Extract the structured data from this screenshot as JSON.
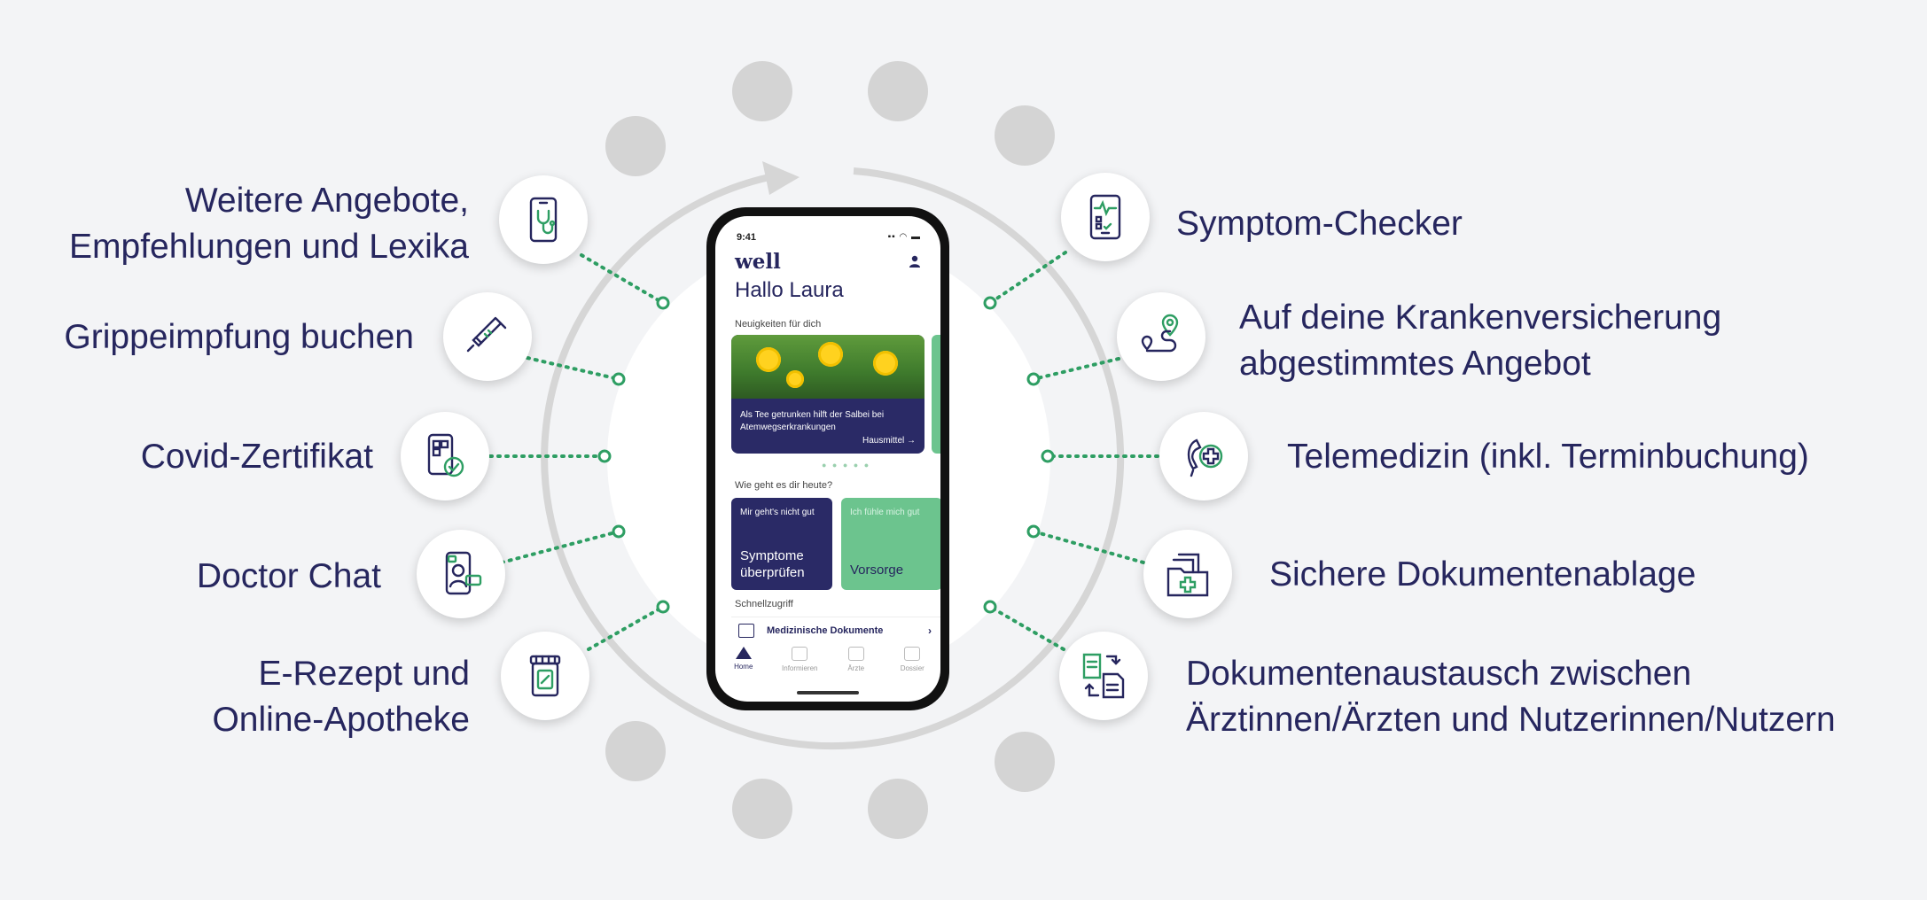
{
  "features_left": [
    {
      "lines": [
        "Weitere Angebote,",
        "Empfehlungen und Lexika"
      ],
      "icon": "phone-stethoscope-icon"
    },
    {
      "lines": [
        "Grippeimpfung buchen"
      ],
      "icon": "syringe-icon"
    },
    {
      "lines": [
        "Covid-Zertifikat"
      ],
      "icon": "qr-certificate-icon"
    },
    {
      "lines": [
        "Doctor Chat"
      ],
      "icon": "doctor-chat-icon"
    },
    {
      "lines": [
        "E-Rezept und",
        "Online-Apotheke"
      ],
      "icon": "pharmacy-icon"
    }
  ],
  "features_right": [
    {
      "lines": [
        "Symptom-Checker"
      ],
      "icon": "symptom-checker-icon"
    },
    {
      "lines": [
        "Auf deine Krankenversicherung",
        "abgestimmtes Angebot"
      ],
      "icon": "route-pin-icon"
    },
    {
      "lines": [
        "Telemedizin (inkl. Terminbuchung)"
      ],
      "icon": "telephone-cross-icon"
    },
    {
      "lines": [
        "Sichere Dokumentenablage"
      ],
      "icon": "folder-cross-icon"
    },
    {
      "lines": [
        "Dokumentenaustausch zwischen",
        "Ärztinnen/Ärzten und Nutzerinnen/Nutzern"
      ],
      "icon": "document-exchange-icon"
    }
  ],
  "phone": {
    "time": "9:41",
    "status": "▪▪ ◠ ▬",
    "logo": "well",
    "greeting": "Hallo Laura",
    "news_heading": "Neuigkeiten für dich",
    "card_text": "Als Tee getrunken hilft der Salbei bei Atemwegserkrankungen",
    "card_link": "Hausmittel →",
    "carousel_dots": "● ● ● ● ●",
    "question": "Wie geht es dir heute?",
    "tile1_small": "Mir geht's nicht gut",
    "tile1_big": "Symptome überprüfen",
    "tile2_small": "Ich fühle mich gut",
    "tile2_big": "Vorsorge",
    "quick_heading": "Schnellzugriff",
    "docs_label": "Medizinische Dokumente",
    "docs_chevron": "›",
    "nav": [
      "Home",
      "Informieren",
      "Ärzte",
      "Dossier"
    ]
  },
  "colors": {
    "text": "#26265e",
    "accent_green": "#2e9e63",
    "ring": "#d6d6d6",
    "background": "#f3f4f6"
  }
}
